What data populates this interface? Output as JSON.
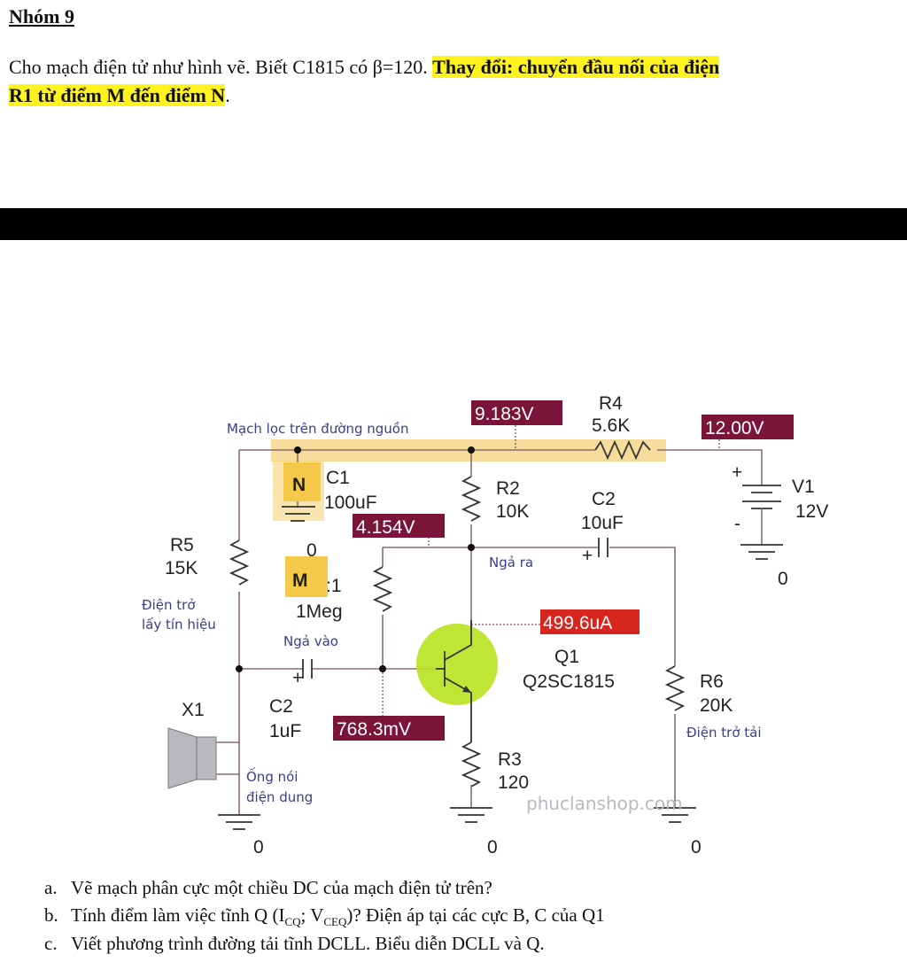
{
  "header": {
    "title": "Nhóm 9"
  },
  "problem": {
    "text": "Cho mạch điện tử như hình vẽ. Biết C1815 có β=120. ",
    "highlight_line1": "Thay đổi: chuyển đầu nối của điện",
    "highlight_line2": "R1 từ điểm M đến điểm N",
    "end": "."
  },
  "circuit": {
    "filter_note": "Mạch lọc trên đường nguồn",
    "point_n": "N",
    "point_m": "M",
    "c1_name": "C1",
    "c1_value": "100uF",
    "r1_name_partial": ":1",
    "r1_value": "1Meg",
    "r2_name": "R2",
    "r2_value": "10K",
    "r3_name": "R3",
    "r3_value": "120",
    "r4_name": "R4",
    "r4_value": "5.6K",
    "r5_name": "R5",
    "r5_value": "15K",
    "r5_note_1": "Điện trở",
    "r5_note_2": "lấy tín hiệu",
    "r6_name": "R6",
    "r6_value": "20K",
    "r6_note": "Điện trở tải",
    "c2_out_name": "C2",
    "c2_out_value": "10uF",
    "c2_in_name": "C2",
    "c2_in_value": "1uF",
    "v1_name": "V1",
    "v1_value": "12V",
    "q1_name": "Q1",
    "q1_model": "Q2SC1815",
    "x1_name": "X1",
    "x1_note_1": "Ống nói",
    "x1_note_2": "điện dung",
    "input_note": "Ngả vào",
    "output_note": "Ngả ra",
    "ground": "0",
    "meas_9183": "9.183V",
    "meas_12": "12.00V",
    "meas_4154": "4.154V",
    "meas_current": "499.6uA",
    "meas_7683": "768.3mV",
    "watermark": "phuclanshop.com",
    "colors": {
      "measure": "#7a1438",
      "current": "#d7261e",
      "highlight": "#f3d27a",
      "transistor": "#b9e21f",
      "point_box": "#f5c94a"
    }
  },
  "questions": [
    {
      "n": "a.",
      "text": "Vẽ mạch phân cực một chiều DC của mạch điện tử trên?"
    },
    {
      "n": "b.",
      "text": "Tính điểm làm việc tĩnh Q (I",
      "sub1": "CQ",
      "mid": "; V",
      "sub2": "CEQ",
      "rest": ")? Điện áp tại các cực B, C của Q1"
    },
    {
      "n": "c.",
      "text": "Viết phương trình đường tải tĩnh DCLL. Biểu diễn DCLL và Q."
    }
  ]
}
